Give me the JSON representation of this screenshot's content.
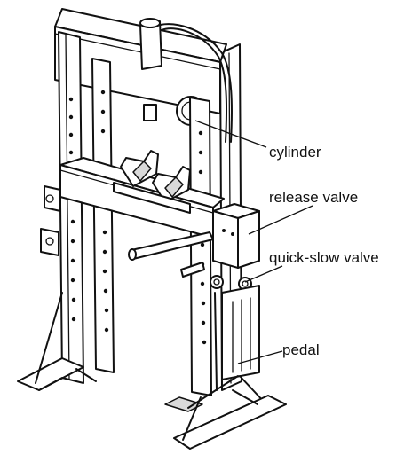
{
  "labels": {
    "cylinder": "cylinder",
    "release_valve": "release valve",
    "quick_slow_valve": "quick-slow valve",
    "pedal": "pedal"
  },
  "colors": {
    "line": "#111111",
    "fill": "#ffffff",
    "shade": "#d9d9d9"
  }
}
